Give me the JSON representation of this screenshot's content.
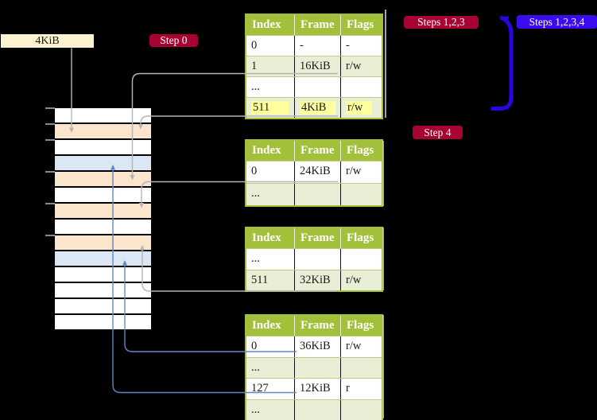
{
  "labels": {
    "page_size": "4KiB",
    "step0": "Step 0",
    "steps123": "Steps 1,2,3",
    "steps1234": "Steps 1,2,3,4",
    "step4": "Step 4"
  },
  "colors": {
    "background": "#000000",
    "table_header_green": "#a2c039",
    "table_alt_row_green": "#e9efd7",
    "highlight_yellow": "#ffff9e",
    "badge_red": "#a80232",
    "badge_blue": "#3c0cf0",
    "big_arrow_blue": "#2806e0",
    "connector_gray": "#b5b5b5",
    "connector_blue": "#6189c0",
    "memory_peach": "#fce5cd",
    "memory_blue": "#dbe7f4",
    "label_box_cream": "#fcf2cf"
  },
  "tables": [
    {
      "name": "level4-table",
      "columns": [
        "Index",
        "Frame",
        "Flags"
      ],
      "rows": [
        {
          "cells": [
            "0",
            "-",
            "-"
          ]
        },
        {
          "cells": [
            "1",
            "16KiB",
            "r/w"
          ]
        },
        {
          "cells": [
            "...",
            "",
            ""
          ]
        },
        {
          "cells": [
            "511",
            "4KiB",
            "r/w"
          ],
          "highlighted": true
        }
      ]
    },
    {
      "name": "level3-table",
      "columns": [
        "Index",
        "Frame",
        "Flags"
      ],
      "rows": [
        {
          "cells": [
            "0",
            "24KiB",
            "r/w"
          ]
        },
        {
          "cells": [
            "...",
            "",
            ""
          ]
        }
      ]
    },
    {
      "name": "level2-table",
      "columns": [
        "Index",
        "Frame",
        "Flags"
      ],
      "rows": [
        {
          "cells": [
            "...",
            "",
            ""
          ]
        },
        {
          "cells": [
            "511",
            "32KiB",
            "r/w"
          ]
        }
      ]
    },
    {
      "name": "level1-table",
      "columns": [
        "Index",
        "Frame",
        "Flags"
      ],
      "rows": [
        {
          "cells": [
            "0",
            "36KiB",
            "r/w"
          ]
        },
        {
          "cells": [
            "...",
            "",
            ""
          ]
        },
        {
          "cells": [
            "127",
            "12KiB",
            "r"
          ]
        },
        {
          "cells": [
            "...",
            "",
            ""
          ]
        }
      ]
    }
  ],
  "memory_strip": {
    "rows": [
      {
        "color": "white"
      },
      {
        "color": "peach"
      },
      {
        "color": "white"
      },
      {
        "color": "blue"
      },
      {
        "color": "peach"
      },
      {
        "color": "white"
      },
      {
        "color": "peach"
      },
      {
        "color": "white"
      },
      {
        "color": "peach"
      },
      {
        "color": "blue"
      },
      {
        "color": "white"
      },
      {
        "color": "white"
      },
      {
        "color": "white"
      },
      {
        "color": "white"
      }
    ]
  },
  "connectors": {
    "gray": [
      "4KiB label to memory row 4KiB",
      "level4 entry 1 (16KiB) to memory",
      "level4 entry 511 (4KiB) to memory",
      "level3 entry 0 (24KiB) to memory",
      "level2 entry 511 (32KiB) to memory"
    ],
    "blue": [
      "level1 entry 0 (36KiB) to memory",
      "level1 entry 127 (12KiB) to memory"
    ],
    "big_blue_arrow": "loop arrow pointing at Steps 1,2,3 badge"
  }
}
